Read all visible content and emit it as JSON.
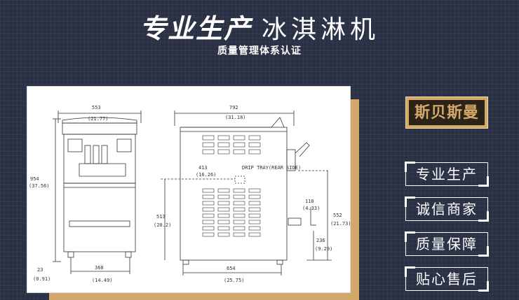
{
  "header": {
    "title_bold": "专业生产",
    "title_thin": "冰淇淋机",
    "subtitle": "质量管理体系认证"
  },
  "brand": {
    "label": "斯贝斯曼"
  },
  "features": [
    "专业生产",
    "诚信商家",
    "质量保障",
    "贴心售后"
  ],
  "drawing": {
    "front_width": "553",
    "front_width_in": "(21.77)",
    "height": "954",
    "height_in": "(37.56)",
    "foot_gap": "23",
    "foot_gap_in": "(0.91)",
    "foot_span": "368",
    "foot_span_in": "(14.49)",
    "side_depth": "792",
    "side_depth_in": "(31.18)",
    "drip_offset": "413",
    "drip_offset_in": "(16.26)",
    "drip_label": "DRIP TRAY(REAR SIDE)",
    "rear_height": "513",
    "rear_height_in": "(20.2)",
    "side_base": "654",
    "side_base_in": "(25.75)",
    "right_height": "552",
    "right_height_in": "(21.73)",
    "nozzle_h": "110",
    "nozzle_h_in": "(4.33)",
    "tray_h": "236",
    "tray_h_in": "(9.29)"
  }
}
